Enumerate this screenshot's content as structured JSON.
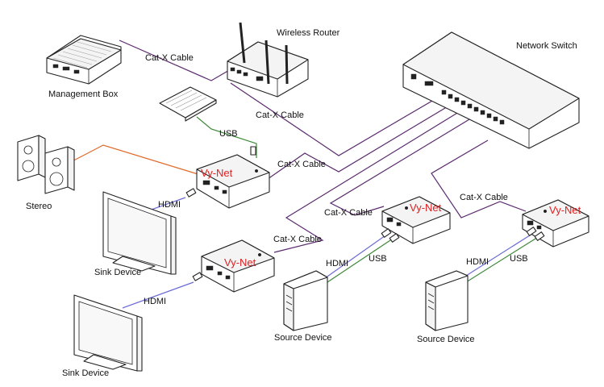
{
  "labels": {
    "management_box": "Management Box",
    "wireless_router": "Wireless Router",
    "network_switch": "Network Switch",
    "stereo": "Stereo",
    "sink_device": "Sink Device",
    "source_device": "Source Device"
  },
  "cables": {
    "catx": "Cat-X Cable",
    "usb": "USB",
    "hdmi": "HDMI"
  },
  "brand": "Vy-Net",
  "colors": {
    "catx_line": "#5b2a6e",
    "usb_line": "#3f8a3a",
    "hdmi_line": "#6b6bd6",
    "audio_line": "#e06a2a",
    "brand_text": "#e02020",
    "outline": "#222222"
  }
}
